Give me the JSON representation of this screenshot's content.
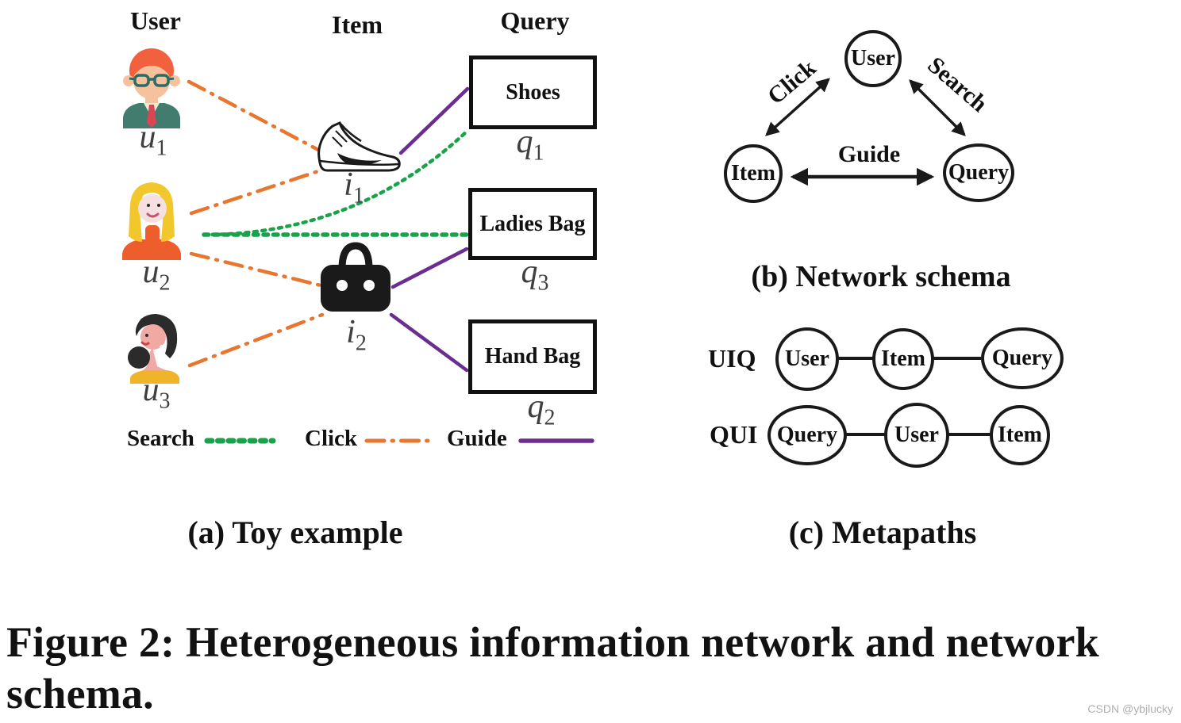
{
  "toy_example": {
    "caption": "(a) Toy example",
    "column_headers": [
      "User",
      "Item",
      "Query"
    ],
    "users": [
      {
        "letter": "u",
        "sub": "1"
      },
      {
        "letter": "u",
        "sub": "2"
      },
      {
        "letter": "u",
        "sub": "3"
      }
    ],
    "items": [
      {
        "letter": "i",
        "sub": "1"
      },
      {
        "letter": "i",
        "sub": "2"
      }
    ],
    "queries": [
      {
        "text": "Shoes",
        "letter": "q",
        "sub": "1"
      },
      {
        "text": "Ladies Bag",
        "letter": "q",
        "sub": "3"
      },
      {
        "text": "Hand Bag",
        "letter": "q",
        "sub": "2"
      }
    ],
    "legend": [
      {
        "label": "Search",
        "style": "dotted"
      },
      {
        "label": "Click",
        "style": "dash-dot"
      },
      {
        "label": "Guide",
        "style": "solid"
      }
    ]
  },
  "network_schema": {
    "caption": "(b) Network schema",
    "nodes": {
      "user": "User",
      "item": "Item",
      "query": "Query"
    },
    "edges": {
      "click": "Click",
      "search": "Search",
      "guide": "Guide"
    }
  },
  "metapaths": {
    "caption": "(c) Metapaths",
    "rows": [
      {
        "name": "UIQ",
        "nodes": [
          "User",
          "Item",
          "Query"
        ]
      },
      {
        "name": "QUI",
        "nodes": [
          "Query",
          "User",
          "Item"
        ]
      }
    ]
  },
  "figure_caption": {
    "line1": "Figure 2: Heterogeneous information network and network",
    "line2": "schema."
  },
  "watermark": "CSDN @ybjlucky",
  "colors": {
    "search_green": "#19A24B",
    "click_orange": "#E8762E",
    "guide_purple": "#6B2D90",
    "ink": "#1A1A1A"
  }
}
